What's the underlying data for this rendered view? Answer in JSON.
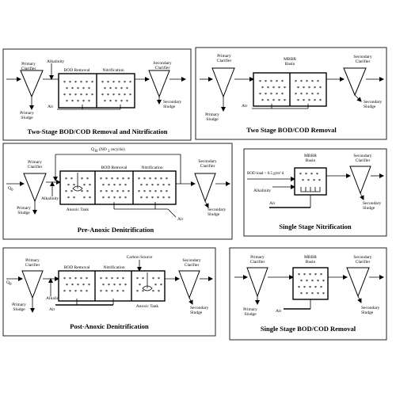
{
  "media_glyph": "*",
  "panels": {
    "p1": {
      "caption": "Two-Stage BOD/COD Removal and Nitrification",
      "primary_clarifier": "Primary Clarifier",
      "primary_sludge": "Primary Sludge",
      "alkalinity": "Alkalinity",
      "tank1": "BOD Removal",
      "tank2": "Nitrification",
      "air": "Air",
      "secondary_clarifier": "Secondary Clarifier",
      "secondary_sludge": "Secondary Sludge"
    },
    "p2": {
      "caption": "Two Stage BOD/COD Removal",
      "primary_clarifier": "Primary Clarifier",
      "primary_sludge": "Primary Sludge",
      "basin": "MBBR Basin",
      "air": "Air",
      "secondary_clarifier": "Secondary Clarifier",
      "secondary_sludge": "Secondary Sludge"
    },
    "p3": {
      "caption": "Pre-Anoxic Denitrification",
      "inflow": "Q₀",
      "recycle": "QR (NO3 recycle)",
      "primary_clarifier": "Primary Clarifier",
      "primary_sludge": "Primary Sludge",
      "alkalinity": "Alkalinity",
      "anoxic_tank": "Anoxic Tank",
      "tank1": "BOD Removal",
      "tank2": "Nitrification",
      "air": "Air",
      "secondary_clarifier": "Secondary Clarifier",
      "secondary_sludge": "Secondary Sludge"
    },
    "p4": {
      "caption": "Single Stage Nitrification",
      "basin": "MBBR Basin",
      "bod_load": "BOD load < 0.5 g/m² d",
      "alkalinity": "Alkalinity",
      "air": "Air",
      "secondary_clarifier": "Secondary Clarifier",
      "secondary_sludge": "Secondary Sludge"
    },
    "p5": {
      "caption": "Post-Anoxic Denitrification",
      "inflow": "Q₀",
      "primary_clarifier": "Primary Clarifier",
      "primary_sludge": "Primary Sludge",
      "alkalinity": "Alkalinity",
      "tank1": "BOD Removal",
      "tank2": "Nitrification",
      "carbon_source": "Carbon Source",
      "anoxic_tank": "Anoxic Tank",
      "air": "Air",
      "secondary_clarifier": "Secondary Clarifier",
      "secondary_sludge": "Secondary Sludge"
    },
    "p6": {
      "caption": "Single Stage BOD/COD Removal",
      "primary_clarifier": "Primary Clarifier",
      "primary_sludge": "Primary Sludge",
      "basin": "MBBR Basin",
      "air": "Air",
      "secondary_clarifier": "Secondary Clarifier",
      "secondary_sludge": "Secondary Sludge"
    }
  }
}
